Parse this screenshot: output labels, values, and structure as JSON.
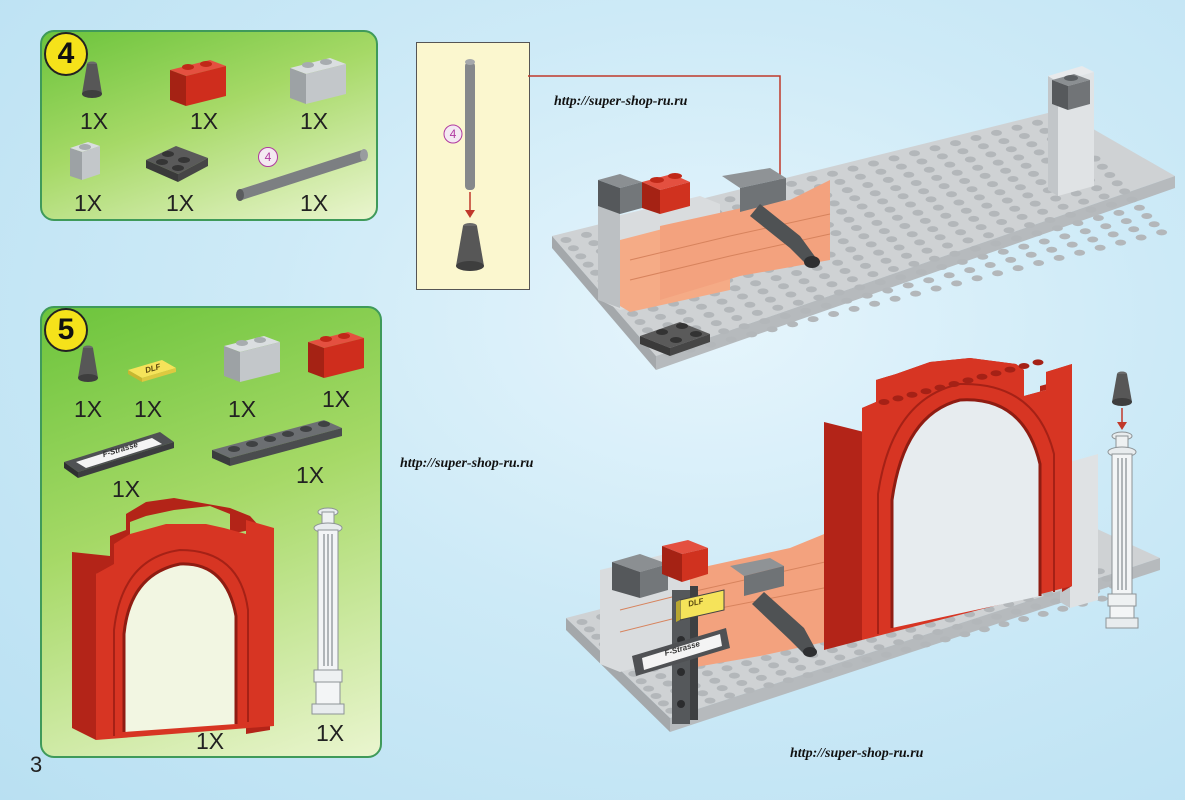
{
  "page_number": "3",
  "watermark_text": "http://super-shop-ru.ru",
  "steps": [
    {
      "number": "4",
      "parts": [
        {
          "name": "grey-cone",
          "qty": "1X"
        },
        {
          "name": "red-brick-1x2",
          "qty": "1X"
        },
        {
          "name": "grey-brick-1x2",
          "qty": "1X"
        },
        {
          "name": "grey-brick-1x1",
          "qty": "1X"
        },
        {
          "name": "dark-plate-2x2",
          "qty": "1X"
        },
        {
          "name": "grey-bar",
          "qty": "1X",
          "label": "4"
        }
      ]
    },
    {
      "number": "5",
      "parts": [
        {
          "name": "grey-cone",
          "qty": "1X"
        },
        {
          "name": "dlf-tile",
          "qty": "1X",
          "label": "DLF"
        },
        {
          "name": "grey-brick-1x2",
          "qty": "1X"
        },
        {
          "name": "red-brick-1x2",
          "qty": "1X"
        },
        {
          "name": "f-strasse-tile",
          "qty": "1X",
          "label": "F-Strasse"
        },
        {
          "name": "grey-plate-1x6",
          "qty": "1X"
        },
        {
          "name": "red-arch",
          "qty": "1X"
        },
        {
          "name": "white-lamp-post",
          "qty": "1X"
        }
      ]
    }
  ],
  "callout": {
    "bar_label": "4"
  },
  "assembly2_signs": {
    "dlf": "DLF",
    "strasse": "F-Strasse"
  },
  "colors": {
    "red": "#d63020",
    "grey": "#bfc3c6",
    "dark": "#4c4c4c",
    "salmon": "#f3a27e",
    "panel_green": "#6cc43c",
    "step_yellow": "#f5e21a"
  }
}
